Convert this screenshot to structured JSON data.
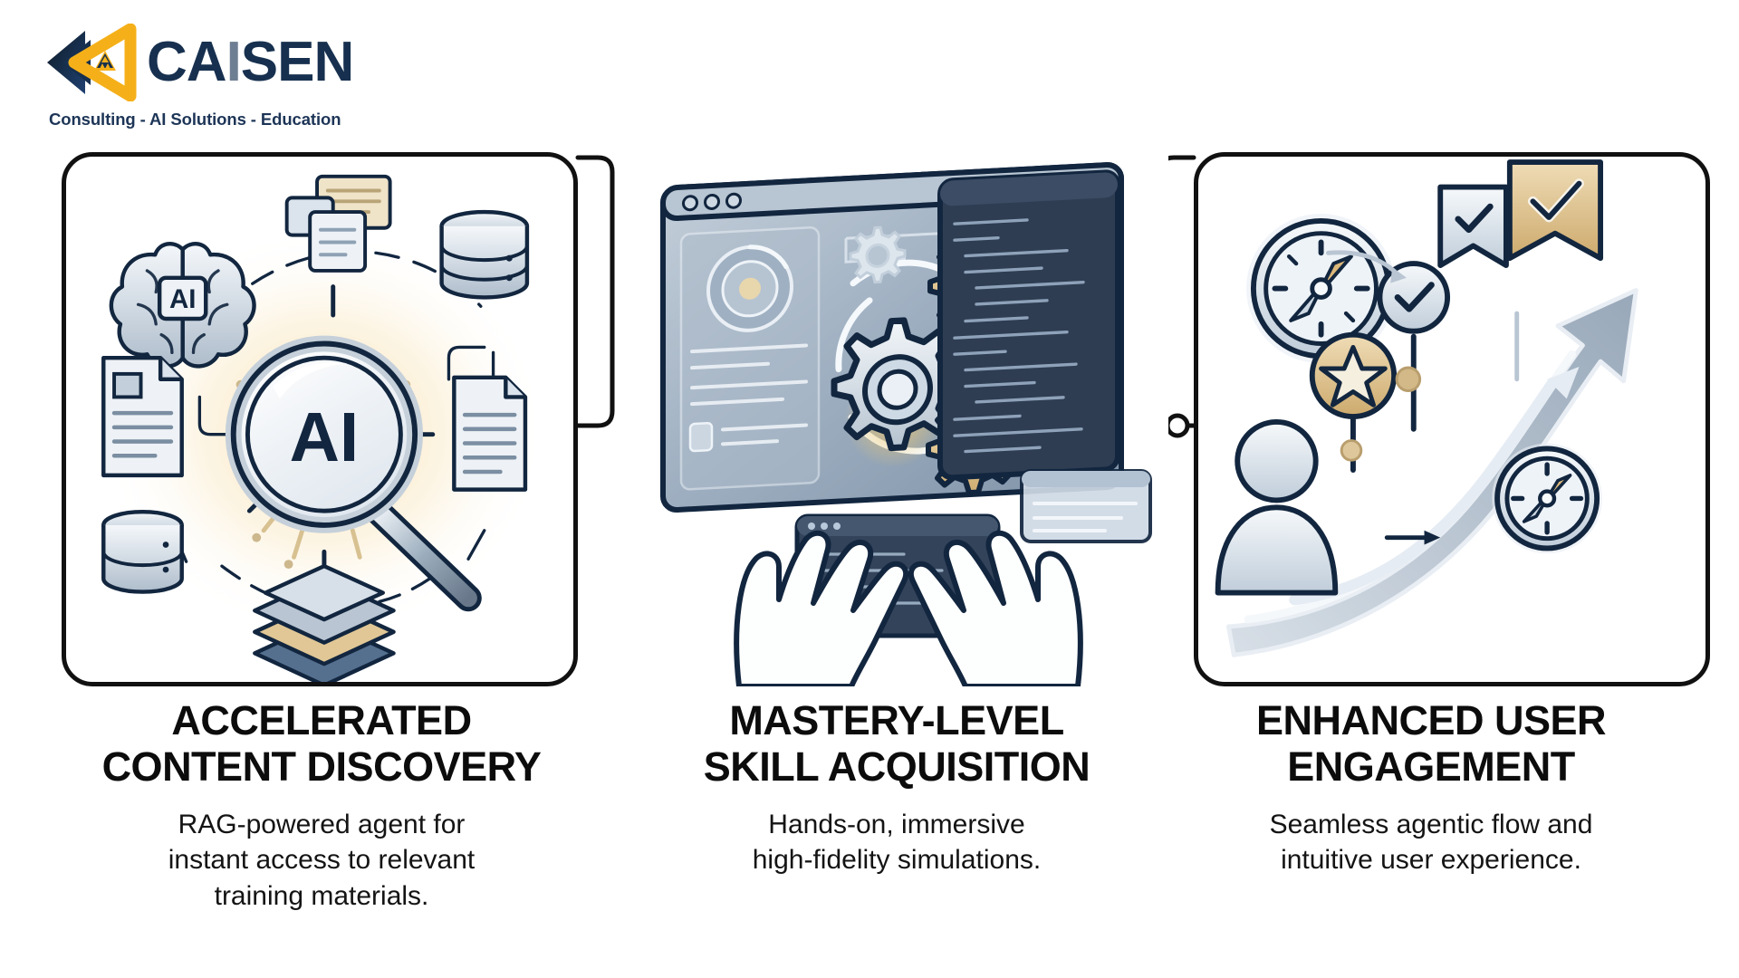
{
  "brand": {
    "name_part_1": "CA",
    "name_part_2": "I",
    "name_part_3": "SEN",
    "wordmark": "CAISEN",
    "tagline": "Consulting - AI Solutions - Education",
    "logo_icon": "caisen-chevron-triangle-logo",
    "colors": {
      "navy": "#17304f",
      "amber": "#f5b019",
      "dark": "#1b1b1b",
      "steel": "#6e7e92"
    }
  },
  "cards": [
    {
      "id": "accelerated-content-discovery",
      "title": "ACCELERATED\nCONTENT DISCOVERY",
      "body": "RAG-powered agent for\ninstant access to relevant\ntraining materials.",
      "illustration": "ai-magnifier-knowledge-graph",
      "illustration_elements": [
        "brain-icon",
        "brain-ai-label",
        "document-stack-icon",
        "document-icon",
        "database-cylinder-icon-top",
        "database-cylinder-icon-bottom",
        "magnifier-icon",
        "magnifier-ai-label",
        "layered-stack-icon",
        "glow-rays"
      ],
      "labels": {
        "brain_chip": "AI",
        "lens": "AI"
      }
    },
    {
      "id": "mastery-level-skill-acquisition",
      "title": "MASTERY-LEVEL\nSKILL ACQUISITION",
      "body": "Hands-on, immersive\nhigh-fidelity simulations.",
      "illustration": "hands-on-gear-interface",
      "illustration_elements": [
        "browser-window",
        "window-dots",
        "dial-gauge-icon",
        "gear-large-icon",
        "gear-gold-icon",
        "gear-small-icon",
        "gear-tiny-icon",
        "rotation-arrow-icon",
        "code-panel",
        "side-panel-list",
        "hand-left-icon",
        "hand-right-icon",
        "tooltip-card"
      ]
    },
    {
      "id": "enhanced-user-engagement",
      "title": "ENHANCED USER\nENGAGEMENT",
      "body": "Seamless agentic flow and\nintuitive user experience.",
      "illustration": "engagement-growth-journey",
      "illustration_elements": [
        "compass-icon-top",
        "compass-icon-bottom",
        "check-badge-gold-icon",
        "check-badge-silver-icon",
        "check-circle-icon",
        "star-badge-icon",
        "user-avatar-icon",
        "growth-arrow-icon",
        "progress-arrow-icon",
        "connector-lines"
      ]
    }
  ],
  "connectors": [
    {
      "id": "connector-1-to-2",
      "node": "circle-node"
    },
    {
      "id": "connector-2-to-3",
      "node": "circle-node"
    }
  ],
  "palette": {
    "ink": "#12263f",
    "card_border": "#111111",
    "steel_light": "#e6ebf1",
    "steel_mid": "#b9c5d2",
    "steel_dark": "#8292a5",
    "slate": "#5b6e85",
    "gold": "#d9b878",
    "gold_light": "#ecd7a8",
    "glow": "#f7e6bf",
    "navy_panel": "#2e3d52",
    "text": "#0c0c0c"
  }
}
